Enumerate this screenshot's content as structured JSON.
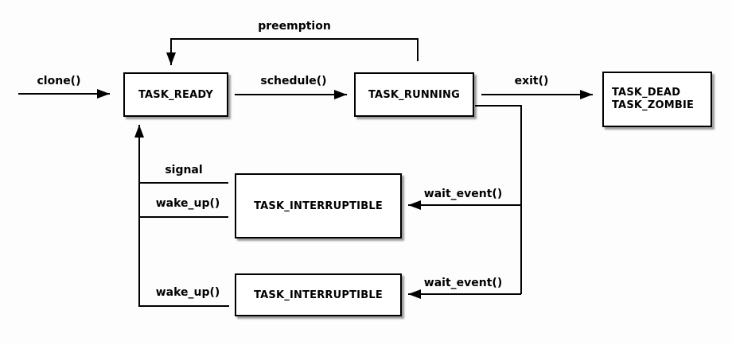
{
  "diagram": {
    "background": "#fdfdfd",
    "colors": {
      "line": "#000000",
      "node_fill": "#ffffff",
      "node_border": "#000000",
      "node_shadow": "#a8a8a8",
      "text": "#000000"
    },
    "nodes": [
      {
        "id": "task-ready",
        "label": "TASK_READY"
      },
      {
        "id": "task-running",
        "label": "TASK_RUNNING"
      },
      {
        "id": "task-dead-zombie",
        "lines": [
          "TASK_DEAD",
          "TASK_ZOMBIE"
        ]
      },
      {
        "id": "task-interruptible-1",
        "label": "TASK_INTERRUPTIBLE"
      },
      {
        "id": "task-interruptible-2",
        "label": "TASK_INTERRUPTIBLE"
      }
    ],
    "edges": [
      {
        "id": "clone",
        "label": "clone()",
        "from": "start",
        "to": "task-ready"
      },
      {
        "id": "preemption",
        "label": "preemption",
        "from": "task-running",
        "to": "task-ready"
      },
      {
        "id": "schedule",
        "label": "schedule()",
        "from": "task-ready",
        "to": "task-running"
      },
      {
        "id": "exit",
        "label": "exit()",
        "from": "task-running",
        "to": "task-dead-zombie"
      },
      {
        "id": "signal",
        "label": "signal",
        "from": "task-interruptible-1",
        "to": "task-ready"
      },
      {
        "id": "wake-up-1",
        "label": "wake_up()",
        "from": "task-interruptible-1",
        "to": "task-ready"
      },
      {
        "id": "wait-event-1",
        "label": "wait_event()",
        "from": "task-running",
        "to": "task-interruptible-1"
      },
      {
        "id": "wake-up-2",
        "label": "wake_up()",
        "from": "task-interruptible-2",
        "to": "task-ready"
      },
      {
        "id": "wait-event-2",
        "label": "wait_event()",
        "from": "task-running",
        "to": "task-interruptible-2"
      }
    ]
  }
}
